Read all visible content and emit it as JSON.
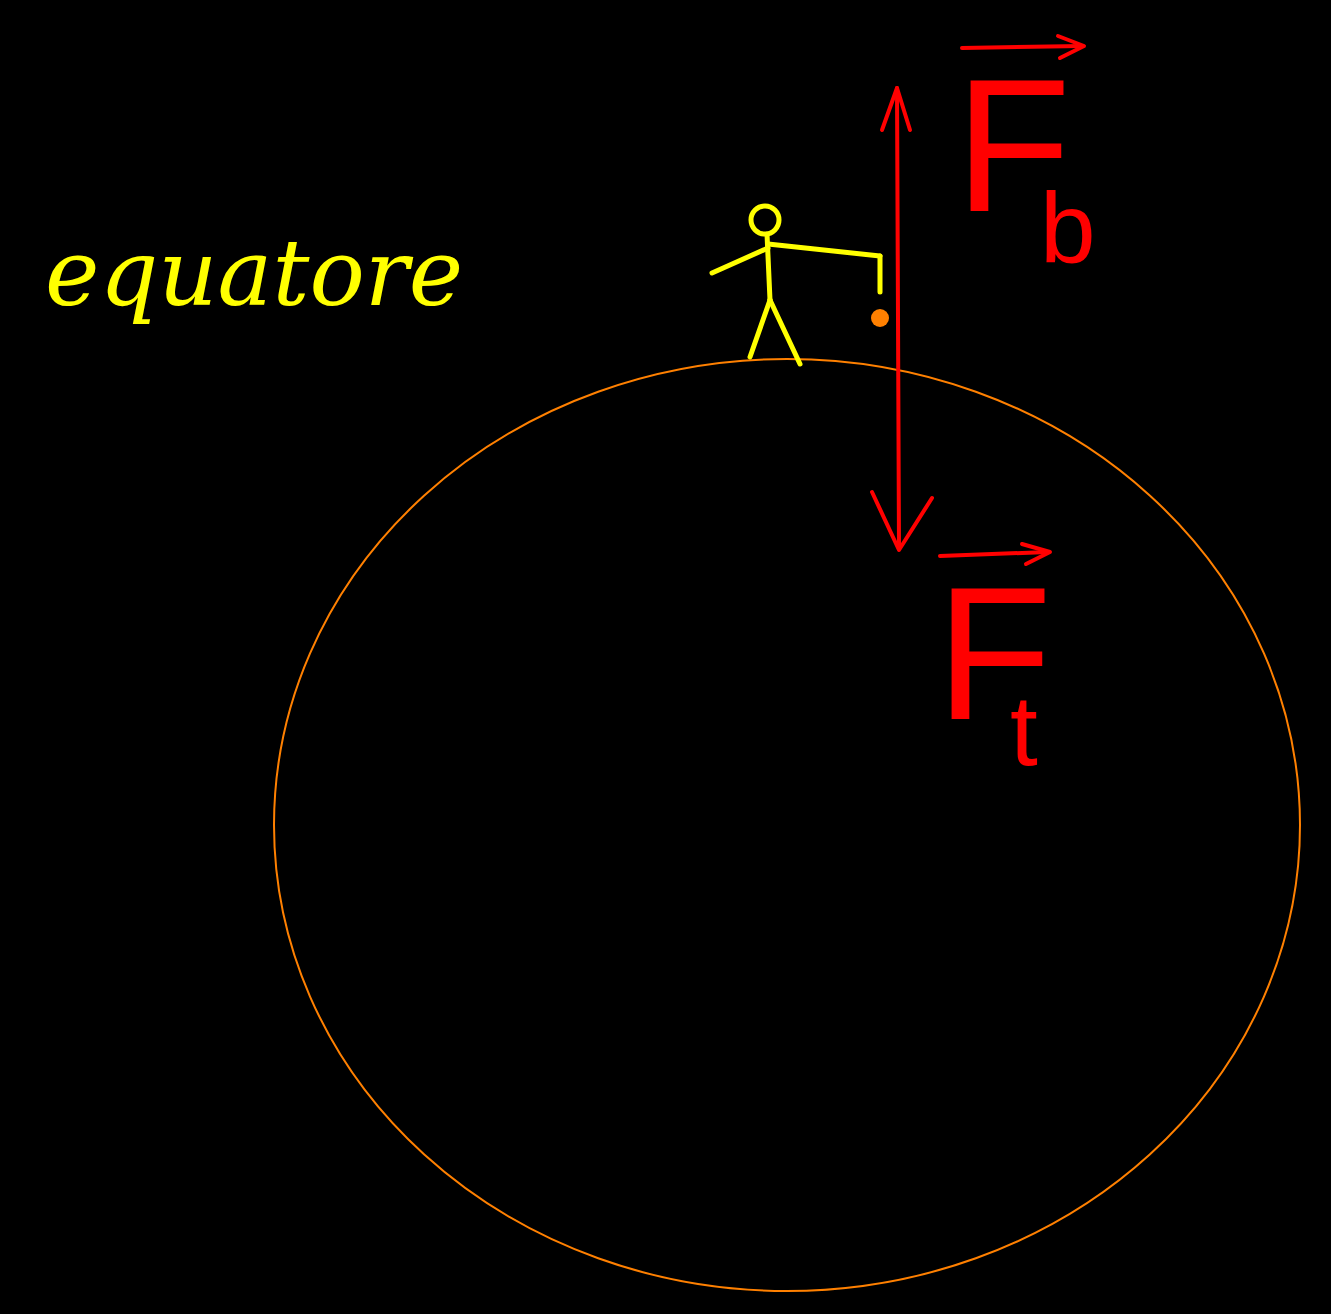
{
  "diagram": {
    "labels": [
      "equatore",
      "F",
      "b",
      "F",
      "t"
    ]
  }
}
